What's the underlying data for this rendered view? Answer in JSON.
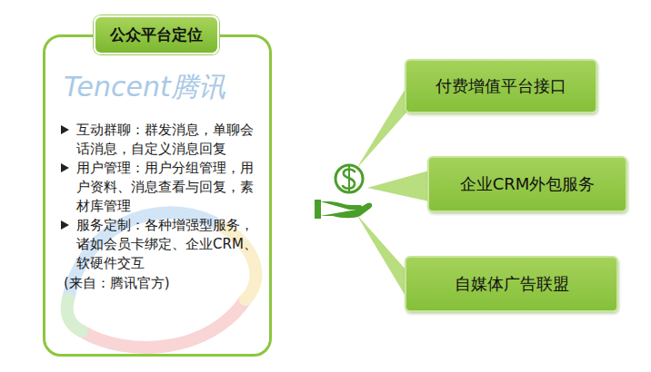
{
  "diagram": {
    "nodes": [
      {
        "text": [
          "公众平台定位"
        ]
      },
      {
        "text": [
          "互动群聊：群发消息，单聊会话消息，自定义消息回复",
          "用户管理：用户分组管理，用户资料、消息查看与回复，素材库管理",
          "服务定制：各种增强型服务，诸如会员卡绑定、企业CRM、软硬件交互",
          "(来自：腾讯官方)"
        ]
      },
      {
        "text": [
          "付费增值平台接口"
        ]
      },
      {
        "text": [
          "企业CRM外包服务"
        ]
      },
      {
        "text": [
          "自媒体广告联盟"
        ]
      }
    ],
    "labels": [
      "Tencent腾讯"
    ]
  }
}
